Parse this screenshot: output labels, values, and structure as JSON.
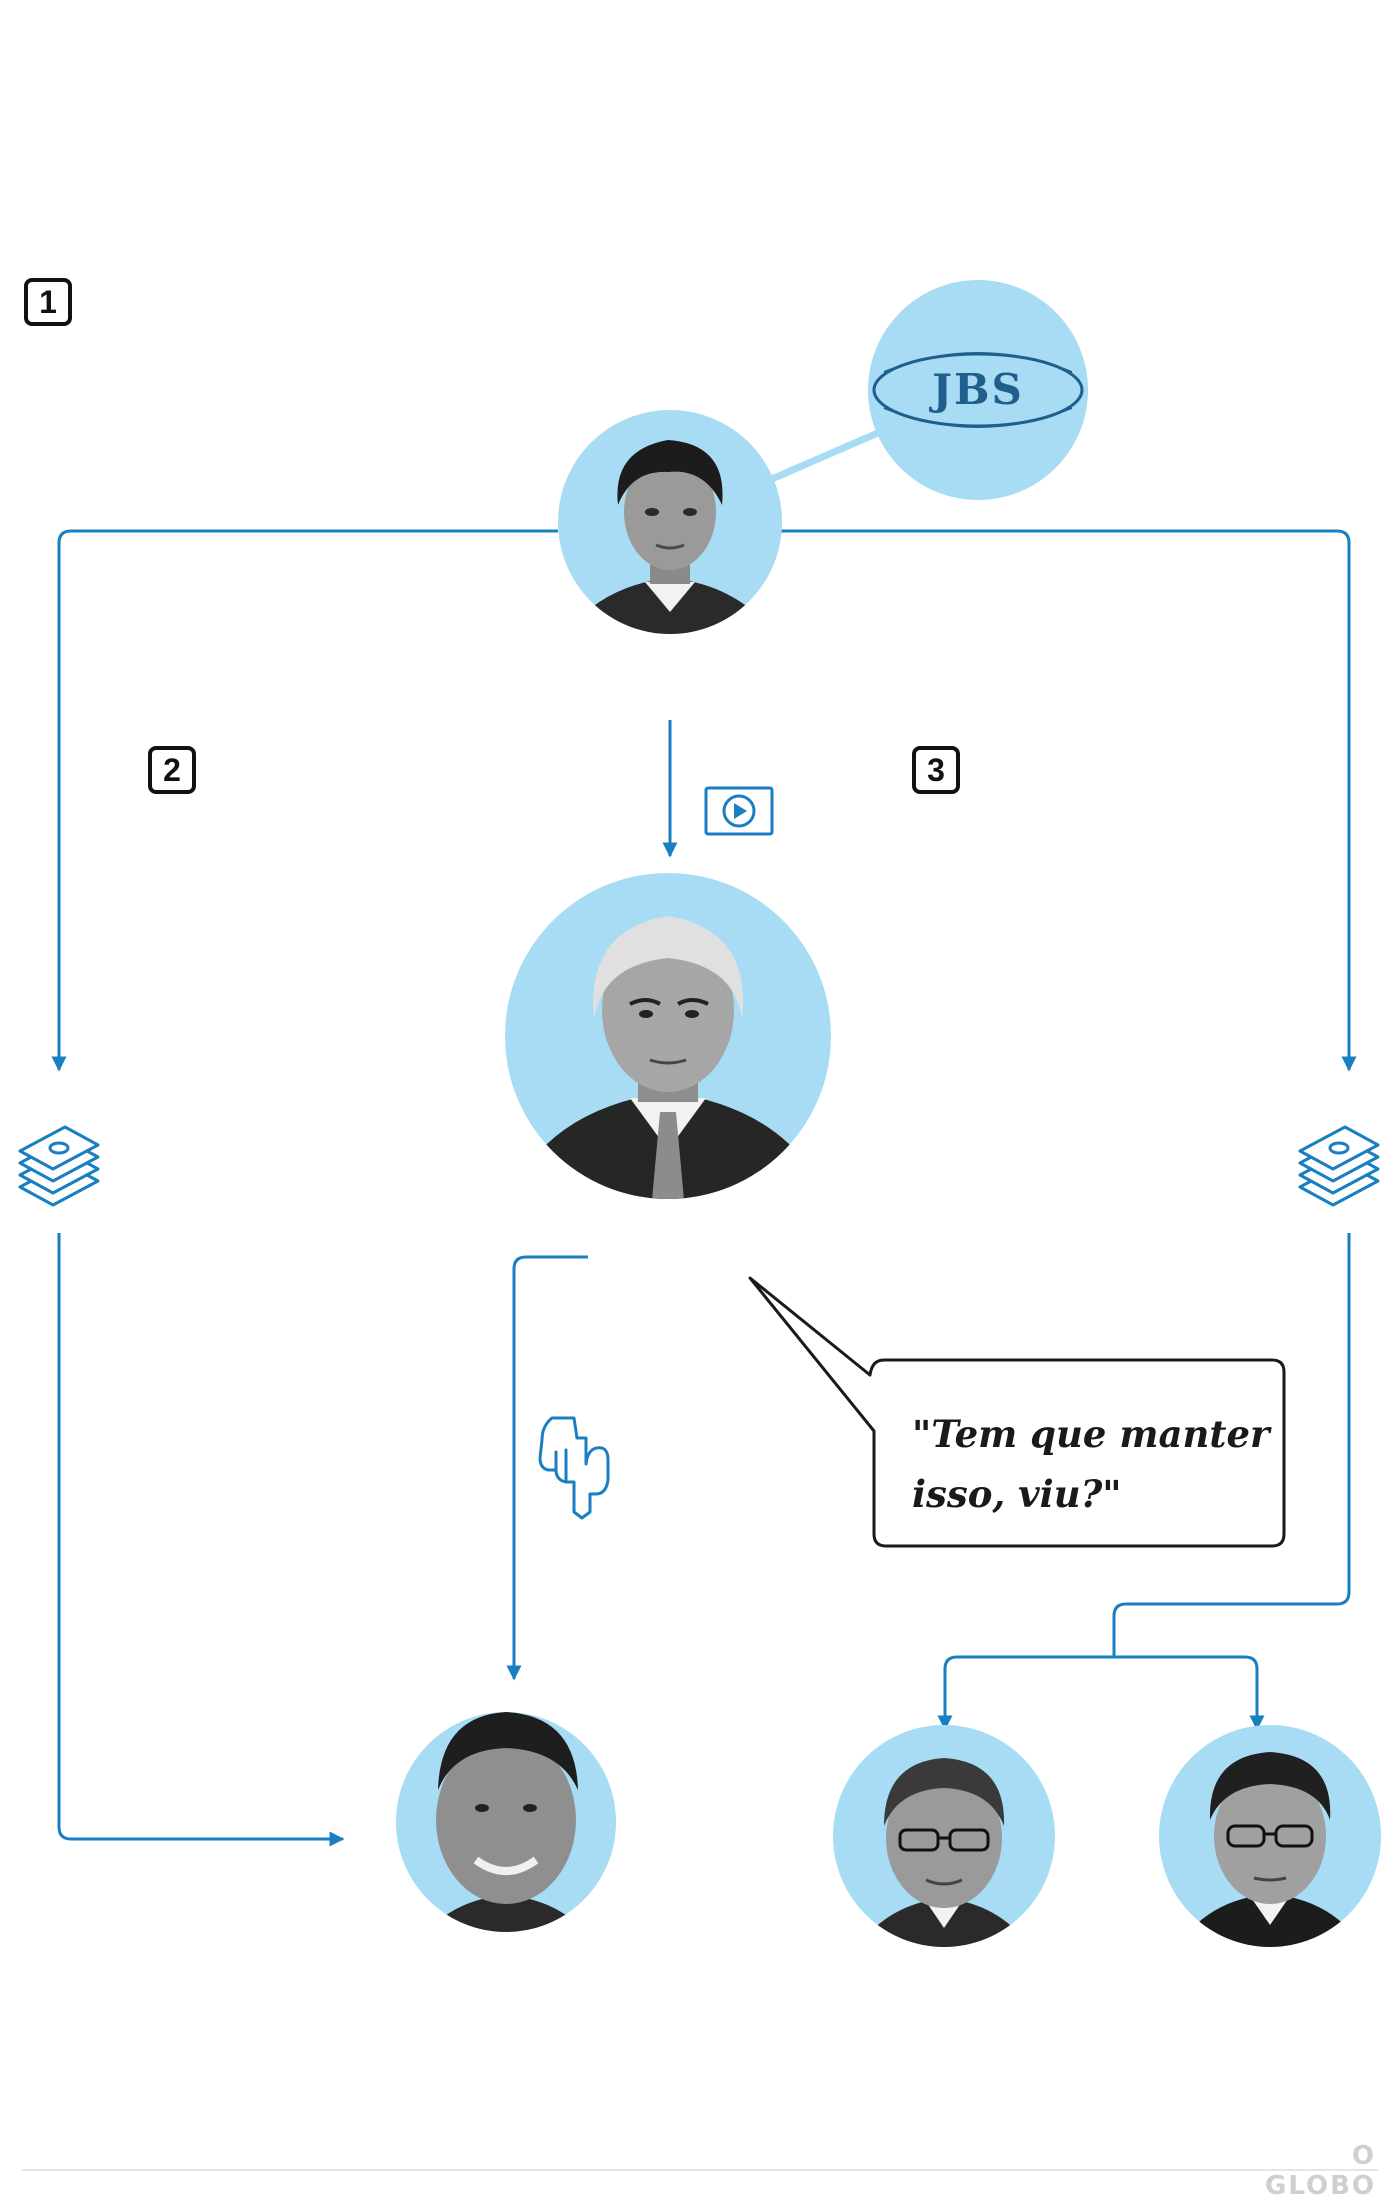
{
  "colors": {
    "line": "#1a7ec2",
    "circle": "#a8dcf5",
    "ink": "#1a1a1a",
    "credit": "#cfcfcf"
  },
  "steps": [
    {
      "number": "1"
    },
    {
      "number": "2"
    },
    {
      "number": "3"
    }
  ],
  "logo": {
    "text": "JBS"
  },
  "quote": {
    "line1": "\"Tem que manter",
    "line2": "isso, viu?\""
  },
  "credit": {
    "text": "O GLOBO"
  },
  "icons": [
    "play-video-icon",
    "money-stack-icon",
    "pointing-hand-icon"
  ]
}
